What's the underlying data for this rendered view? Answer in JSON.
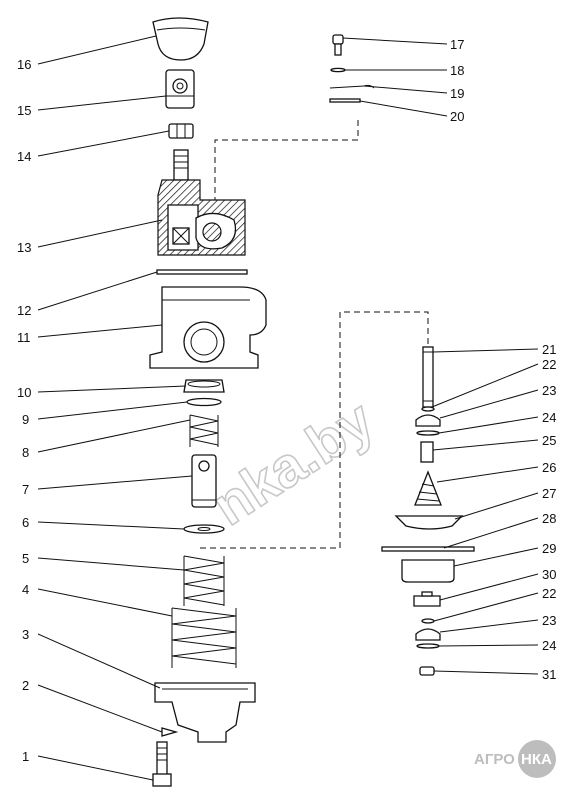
{
  "diagram": {
    "callouts": [
      {
        "id": "16",
        "label": "16"
      },
      {
        "id": "15",
        "label": "15"
      },
      {
        "id": "14",
        "label": "14"
      },
      {
        "id": "13",
        "label": "13"
      },
      {
        "id": "12",
        "label": "12"
      },
      {
        "id": "11",
        "label": "11"
      },
      {
        "id": "10",
        "label": "10"
      },
      {
        "id": "9",
        "label": "9"
      },
      {
        "id": "8",
        "label": "8"
      },
      {
        "id": "7",
        "label": "7"
      },
      {
        "id": "6",
        "label": "6"
      },
      {
        "id": "5",
        "label": "5"
      },
      {
        "id": "4",
        "label": "4"
      },
      {
        "id": "3",
        "label": "3"
      },
      {
        "id": "2",
        "label": "2"
      },
      {
        "id": "1",
        "label": "1"
      },
      {
        "id": "17",
        "label": "17"
      },
      {
        "id": "18",
        "label": "18"
      },
      {
        "id": "19",
        "label": "19"
      },
      {
        "id": "20",
        "label": "20"
      },
      {
        "id": "21",
        "label": "21"
      },
      {
        "id": "22a",
        "label": "22"
      },
      {
        "id": "23a",
        "label": "23"
      },
      {
        "id": "24a",
        "label": "24"
      },
      {
        "id": "25",
        "label": "25"
      },
      {
        "id": "26",
        "label": "26"
      },
      {
        "id": "27",
        "label": "27"
      },
      {
        "id": "28",
        "label": "28"
      },
      {
        "id": "29",
        "label": "29"
      },
      {
        "id": "30",
        "label": "30"
      },
      {
        "id": "22b",
        "label": "22"
      },
      {
        "id": "23b",
        "label": "23"
      },
      {
        "id": "24b",
        "label": "24"
      },
      {
        "id": "31",
        "label": "31"
      }
    ]
  },
  "watermark": {
    "text": "nka.by"
  },
  "brand": {
    "part1": "АГРО",
    "part2": "НКА",
    "color": "#bdbdbd"
  }
}
